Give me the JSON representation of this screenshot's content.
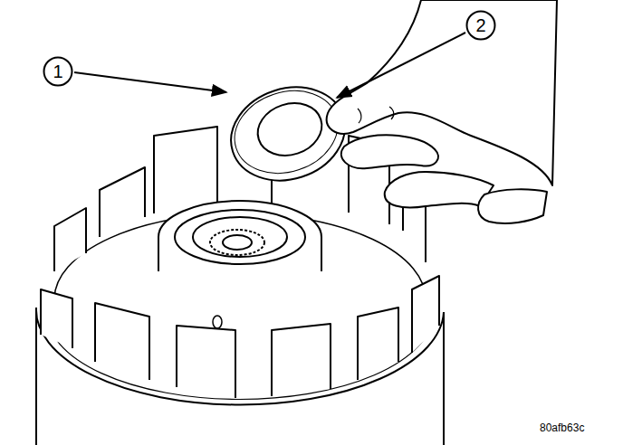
{
  "diagram": {
    "nodes": [
      {
        "text": [
          "1"
        ]
      },
      {
        "text": [
          "2"
        ]
      }
    ],
    "labels": [
      "80afb63c"
    ]
  }
}
